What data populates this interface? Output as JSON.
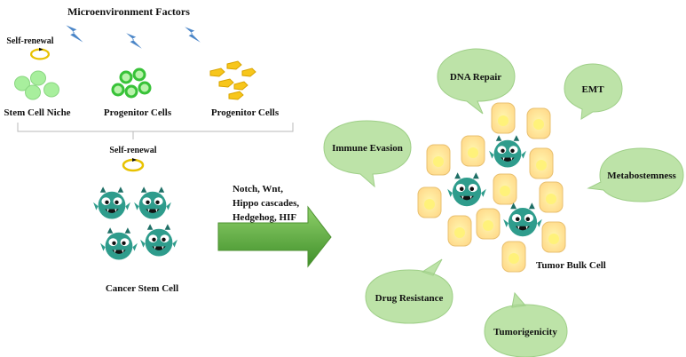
{
  "title": "Microenvironment Factors",
  "self_renewal_top": "Self-renewal",
  "self_renewal_middle": "Self-renewal",
  "cell_groups": [
    {
      "label": "Stem Cell Niche",
      "color": "#8fe38f"
    },
    {
      "label": "Progenitor Cells",
      "color": "#4fd04f"
    },
    {
      "label": "Progenitor Cells",
      "color": "#f5c518"
    }
  ],
  "cancer_stem_cell_label": "Cancer Stem Cell",
  "pathways": [
    "Notch, Wnt,",
    "Hippo cascades,",
    "Hedgehog, HIF"
  ],
  "tumor_bulk_label": "Tumor Bulk Cell",
  "properties": [
    "DNA Repair",
    "EMT",
    "Immune Evasion",
    "Metabostemness",
    "Drug Resistance",
    "Tumorigenicity"
  ],
  "icons": [
    "lightning-bolt-icon",
    "circular-arrow-icon",
    "monster-cell-icon"
  ],
  "colors": {
    "bolt": "#4b86c8",
    "arrow": "#5fae3c",
    "bubble": "#b9e2a4",
    "bulk_cell": "#ffe9a8",
    "bulk_nucleus": "#fff27a",
    "monster": "#2e9c8c"
  }
}
